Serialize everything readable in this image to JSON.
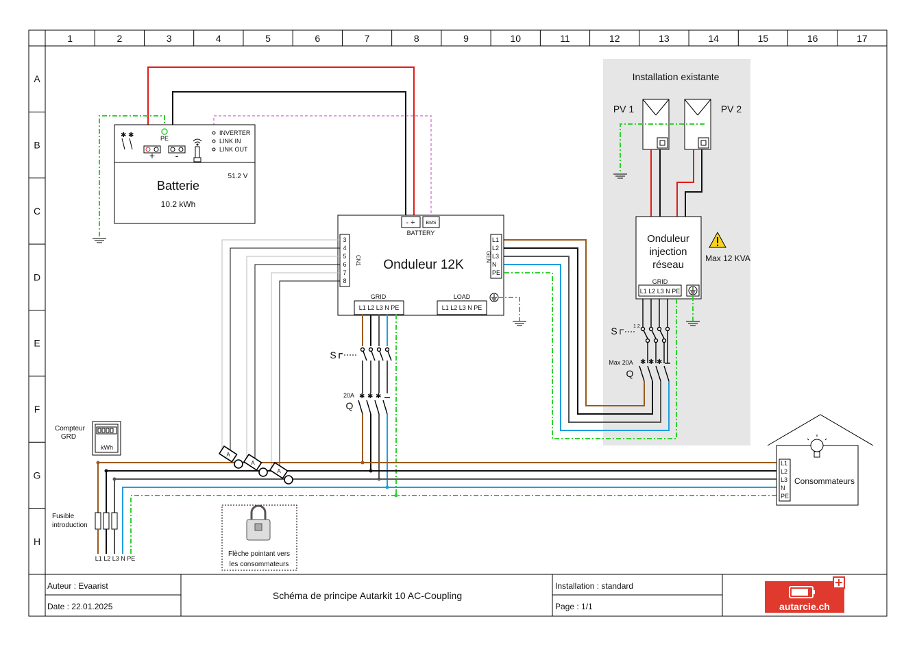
{
  "grid": {
    "columns": [
      "1",
      "2",
      "3",
      "4",
      "5",
      "6",
      "7",
      "8",
      "9",
      "10",
      "11",
      "12",
      "13",
      "14",
      "15",
      "16",
      "17"
    ],
    "rows": [
      "A",
      "B",
      "C",
      "D",
      "E",
      "F",
      "G",
      "H"
    ]
  },
  "existing_install": {
    "title": "Installation existante",
    "pv1": "PV 1",
    "pv2": "PV 2",
    "inverter_lines": [
      "Onduleur",
      "injection",
      "réseau"
    ],
    "grid_label": "GRID",
    "terminals": "L1 L2 L3 N PE",
    "warning": "Max 12 KVA",
    "switch_label": "S",
    "breaker_rating": "Max 20A",
    "breaker_label": "Q"
  },
  "battery": {
    "title": "Batterie",
    "capacity": "10.2 kWh",
    "voltage": "51.2 V",
    "pe": "PE",
    "plus": "+",
    "minus": "-",
    "ports": [
      "INVERTER",
      "LINK IN",
      "LINK OUT"
    ]
  },
  "inverter": {
    "title": "Onduleur 12K",
    "battery_label": "BATTERY",
    "battery_terms": "- +",
    "bms": "BMS",
    "cn1": "CN1",
    "cn1_pins": [
      "3",
      "4",
      "5",
      "6",
      "7",
      "8"
    ],
    "gen": "GEN",
    "gen_terms": [
      "L1",
      "L2",
      "L3",
      "N",
      "PE"
    ],
    "grid_label": "GRID",
    "grid_terms": "L1 L2 L3  N  PE",
    "load_label": "LOAD",
    "load_terms": "L1 L2 L3  N  PE"
  },
  "grid_side": {
    "switch_label": "S",
    "breaker_rating": "20A",
    "breaker_label": "Q"
  },
  "meter": {
    "label_lines": [
      "Compteur",
      "GRD"
    ],
    "unit": "kWh"
  },
  "fuse": {
    "label_lines": [
      "Fusible",
      "introduction"
    ],
    "bottom_terms": "L1 L2 L3  N  PE"
  },
  "ct_note": [
    "Flèche pointant vers",
    "les consommateurs"
  ],
  "ct_letter": "A",
  "consumers": {
    "label": "Consommateurs",
    "terms": [
      "L1",
      "L2",
      "L3",
      "N",
      "PE"
    ]
  },
  "title_block": {
    "author": "Auteur : Evaarist",
    "date": "Date : 22.01.2025",
    "title": "Schéma de principe Autarkit 10 AC-Coupling",
    "installation": "Installation : standard",
    "page": "Page : 1/1",
    "logo_text": "autarcie.ch"
  },
  "colors": {
    "L1": "#9c5a1c",
    "L2": "#111111",
    "L3": "#8a8a8a",
    "N": "#1e9ee0",
    "PE": "#2ed12e",
    "dc_plus": "#e01b1b",
    "comm": "#cc66cc",
    "existing_bg": "#e6e6e6",
    "logo": "#e03a2f"
  }
}
